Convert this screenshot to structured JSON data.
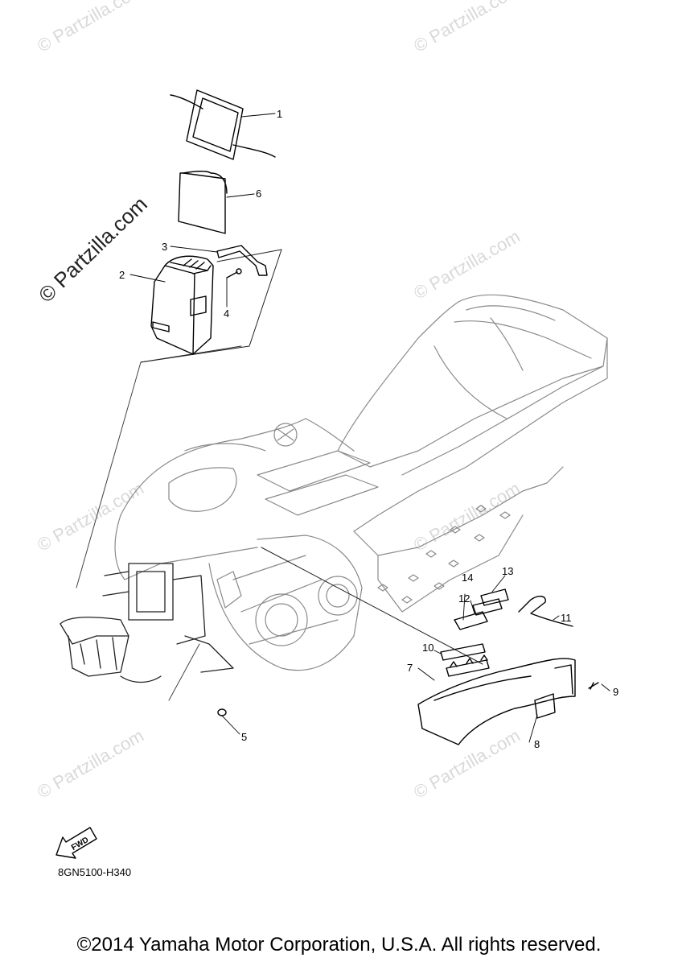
{
  "watermarks": {
    "small": "© Partzilla.com",
    "large": "© Partzilla.com"
  },
  "callouts": [
    "1",
    "2",
    "3",
    "4",
    "5",
    "6",
    "7",
    "8",
    "9",
    "10",
    "11",
    "12",
    "13",
    "14"
  ],
  "fwd_label": "FWD",
  "diagram_code": "8GN5100-H340",
  "copyright": "©2014 Yamaha Motor Corporation, U.S.A. All rights reserved.",
  "colors": {
    "line": "#000000",
    "body_line": "#8a8a8a",
    "watermark": "#d9d9d9"
  }
}
